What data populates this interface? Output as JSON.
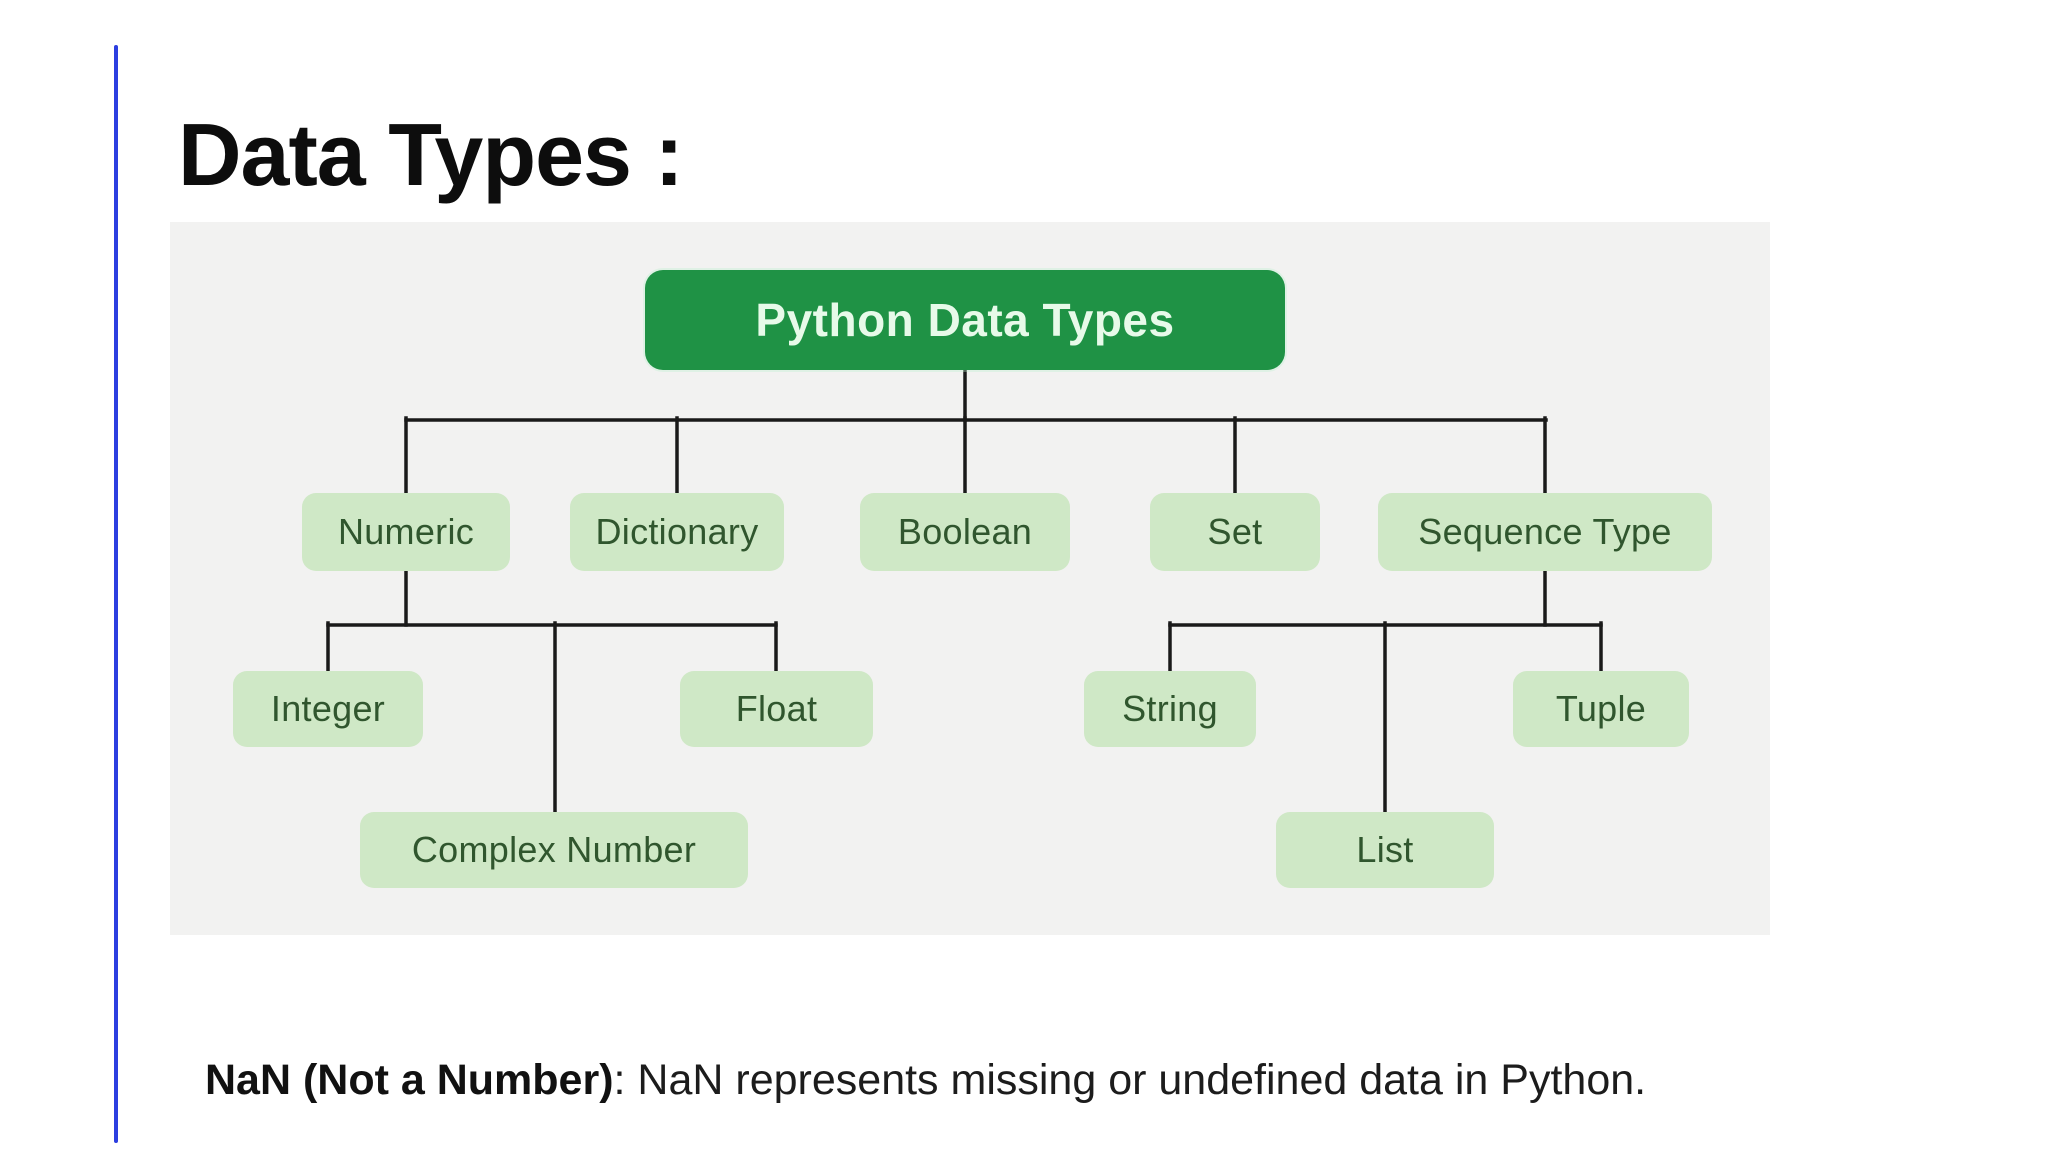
{
  "page": {
    "background": "#ffffff",
    "accent_bar_color": "#2c3ee0"
  },
  "header": {
    "title": "Data Types :"
  },
  "diagram": {
    "panel_bg": "#f2f2f1",
    "line_color": "#1a1a1a",
    "root_bg": "#1f9245",
    "root_text_color": "#e7fae9",
    "node_bg": "#cfe8c6",
    "node_text_color": "#30562e",
    "nodes": {
      "root": "Python Data Types",
      "numeric": "Numeric",
      "dictionary": "Dictionary",
      "boolean": "Boolean",
      "set": "Set",
      "sequence_type": "Sequence Type",
      "integer": "Integer",
      "complex_number": "Complex Number",
      "float": "Float",
      "string": "String",
      "list": "List",
      "tuple": "Tuple"
    },
    "hierarchy": {
      "Python Data Types": {
        "Numeric": [
          "Integer",
          "Complex Number",
          "Float"
        ],
        "Dictionary": [],
        "Boolean": [],
        "Set": [],
        "Sequence Type": [
          "String",
          "List",
          "Tuple"
        ]
      }
    }
  },
  "footer": {
    "bold": "NaN (Not a Number)",
    "rest": ": NaN represents missing or undefined data in Python."
  }
}
